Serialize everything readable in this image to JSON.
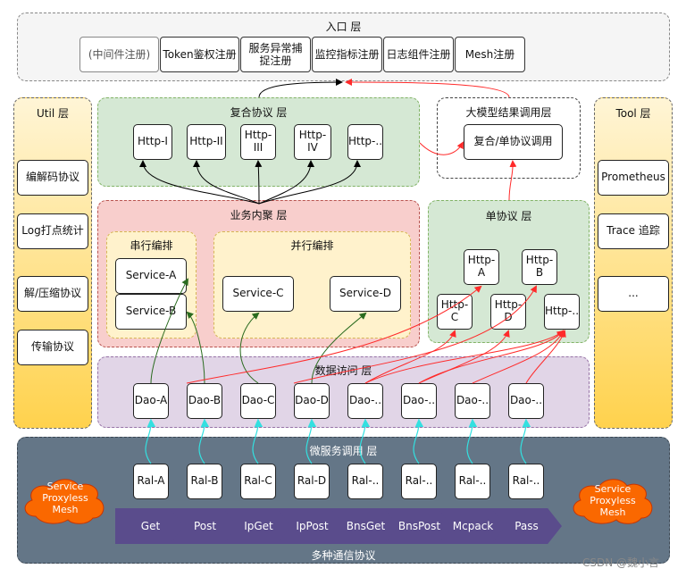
{
  "entry_layer": {
    "title": "入口 层",
    "tabs": [
      "(中间件注册)",
      "Token鉴权注册",
      "服务异常捕捉注册",
      "监控指标注册",
      "日志组件注册",
      "Mesh注册"
    ]
  },
  "util_layer": {
    "title": "Util 层",
    "items": [
      "编解码协议",
      "Log打点统计",
      "解/压缩协议",
      "传输协议"
    ]
  },
  "tool_layer": {
    "title": "Tool 层",
    "items": [
      "Prometheus",
      "Trace 追踪",
      "..."
    ]
  },
  "composite_layer": {
    "title": "复合协议 层",
    "items": [
      "Http-I",
      "Http-II",
      "Http-III",
      "Http-IV",
      "Http-.."
    ]
  },
  "llm_layer": {
    "title": "大模型结果调用层",
    "item": "复合/单协议调用"
  },
  "business_layer": {
    "title": "业务内聚 层",
    "serial": {
      "title": "串行编排",
      "items": [
        "Service-A",
        "Service-B"
      ]
    },
    "parallel": {
      "title": "并行编排",
      "items": [
        "Service-C",
        "Service-D"
      ]
    }
  },
  "single_layer": {
    "title": "单协议 层",
    "items": [
      "Http-A",
      "Http-B",
      "Http-C",
      "Http-D",
      "Http-.."
    ]
  },
  "data_layer": {
    "title": "数据访问 层",
    "items": [
      "Dao-A",
      "Dao-B",
      "Dao-C",
      "Dao-D",
      "Dao-..",
      "Dao-..",
      "Dao-..",
      "Dao-.."
    ]
  },
  "micro_layer": {
    "title": "微服务调用 层",
    "items": [
      "Ral-A",
      "Ral-B",
      "Ral-C",
      "Ral-D",
      "Ral-..",
      "Ral-..",
      "Ral-..",
      "Ral-.."
    ],
    "protocols": [
      "Get",
      "Post",
      "IpGet",
      "IpPost",
      "BnsGet",
      "BnsPost",
      "Mcpack",
      "Pass"
    ],
    "footer": "多种通信协议",
    "mesh_left": "Service\nProxyless\nMesh",
    "mesh_right": "Service\nProxyless\nMesh"
  },
  "watermark": "CSDN @魏小言",
  "colors": {
    "entry": "#f5f5f5",
    "util_top": "#fff5d6",
    "util_bottom": "#ffd24d",
    "composite": "#d5e8d4",
    "business": "#f8cecc",
    "orchestration": "#fff2cc",
    "single": "#d5e8d4",
    "data": "#e1d5e7",
    "micro": "#647687",
    "protocol": "#5a4c8c",
    "mesh_cloud": "#fa6800",
    "arrow_red": "#ff2a2a",
    "arrow_green": "#2a6b1f",
    "arrow_cyan": "#33e0e0"
  }
}
